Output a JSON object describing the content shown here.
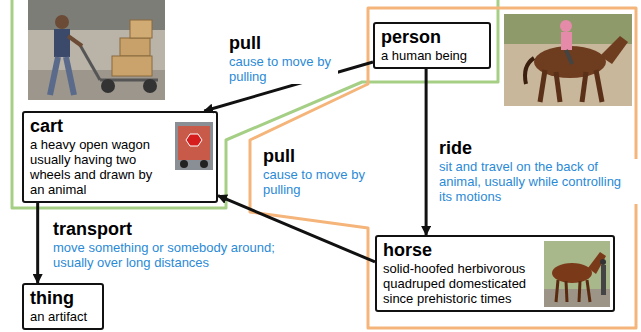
{
  "diagram": {
    "nodes": [
      {
        "text": [
          "person",
          "a human being"
        ]
      },
      {
        "text": [
          "cart",
          "a heavy open wagon usually having two wheels and drawn by an animal"
        ]
      },
      {
        "text": [
          "horse",
          "solid-hoofed herbivorous quadruped domesticated since prehistoric times"
        ]
      },
      {
        "text": [
          "thing",
          "an artifact"
        ]
      }
    ],
    "edges": [
      {
        "from": 0,
        "to": 1,
        "label": "pull",
        "arrow": "to"
      },
      {
        "from": 2,
        "to": 1,
        "label": "pull",
        "arrow": "to"
      },
      {
        "from": 0,
        "to": 2,
        "label": "ride",
        "arrow": "to"
      },
      {
        "from": 1,
        "to": 3,
        "label": "transport",
        "arrow": "to"
      }
    ],
    "labels": [
      "cause to move by pulling",
      "cause to move by pulling",
      "sit and travel on the back of animal, usually while controlling its motions",
      "move something or somebody around; usually over long distances"
    ]
  }
}
